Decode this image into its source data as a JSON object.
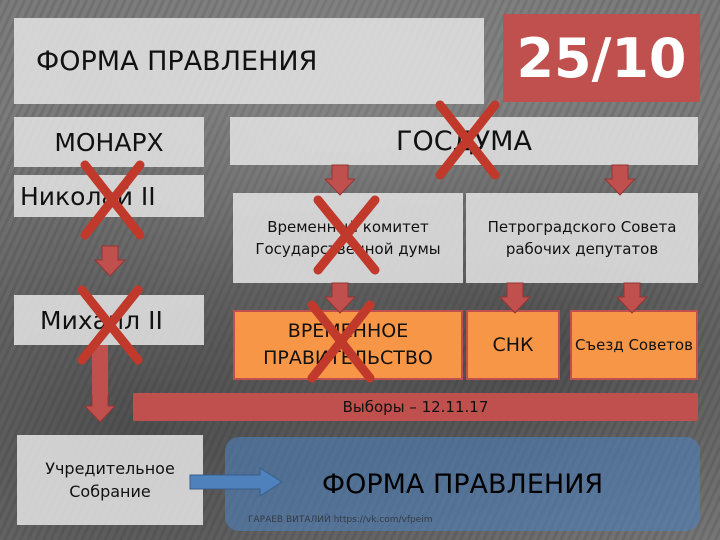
{
  "slide": {
    "title": "ФОРМА ПРАВЛЕНИЯ",
    "date": "25/10",
    "monarch": "МОНАРХ",
    "duma": "ГОСДУМА",
    "nikolai": "Николай II",
    "mikhail": "Михаил II",
    "temp_committee": "Временный комитет Государственной думы",
    "petrograd_soviet": "Петроградского Совета рабочих депутатов",
    "provisional_government": "ВРЕМЕННОЕ ПРАВИТЕЛЬСТВО",
    "snk": "СНК",
    "congress_soviets": "Съезд Советов",
    "elections": "Выборы – 12.11.17",
    "constituent_assembly": "Учредительное Собрание",
    "form_of_government": "ФОРМА ПРАВЛЕНИЯ",
    "watermark": "ГАРАЕВ ВИТАЛИЙ https://vk.com/vfpeim"
  },
  "colors": {
    "accent_red": "#c0504d",
    "orange": "#f79646",
    "blue": "#4f81bd",
    "cross": "#c0392b"
  },
  "icons": [
    "cross-mark-icon",
    "down-arrow-icon",
    "right-arrow-icon"
  ]
}
